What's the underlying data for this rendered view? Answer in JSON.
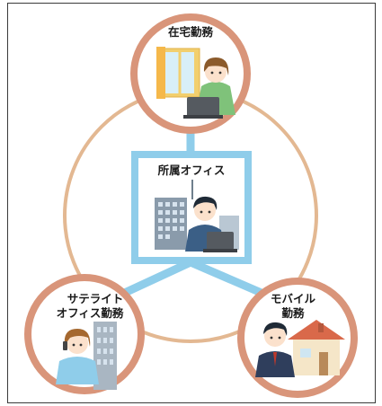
{
  "nodes": {
    "home": {
      "label": "在宅勤務"
    },
    "office": {
      "label": "所属オフィス"
    },
    "satellite": {
      "label_line1": "サテライト",
      "label_line2": "オフィス勤務"
    },
    "mobile": {
      "label_line1": "モバイル",
      "label_line2": "勤務"
    }
  },
  "colors": {
    "ring": "#e3b892",
    "node_border": "#d9957a",
    "office_border": "#8fcdea",
    "connector": "#8fcdea"
  }
}
